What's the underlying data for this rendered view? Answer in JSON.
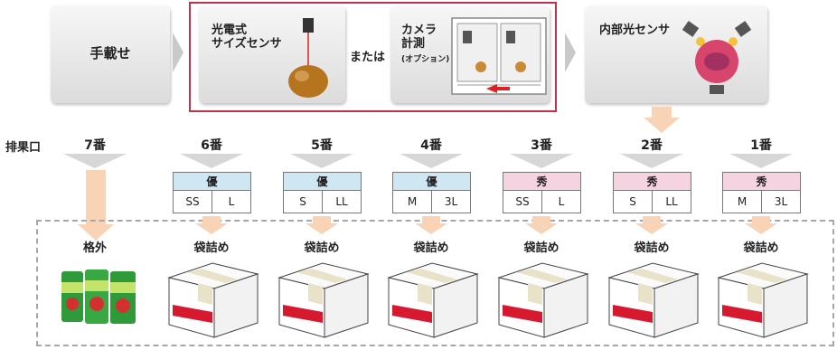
{
  "process": {
    "step1_label": "手載せ",
    "step2a_label_line1": "光電式",
    "step2a_label_line2": "サイズセンサ",
    "or_label": "または",
    "step2b_label_line1": "カメラ",
    "step2b_label_line2": "計測",
    "step2b_option": "(オプション)",
    "step3_label": "内部光センサ"
  },
  "exit_label": "排果口",
  "exits": [
    {
      "number": "7番",
      "output": "格外"
    },
    {
      "number": "6番",
      "grade": "優",
      "sizes": [
        "SS",
        "L"
      ],
      "color": "#cfe6f3",
      "output": "袋詰め"
    },
    {
      "number": "5番",
      "grade": "優",
      "sizes": [
        "S",
        "LL"
      ],
      "color": "#cfe6f3",
      "output": "袋詰め"
    },
    {
      "number": "4番",
      "grade": "優",
      "sizes": [
        "M",
        "3L"
      ],
      "color": "#cfe6f3",
      "output": "袋詰め"
    },
    {
      "number": "3番",
      "grade": "秀",
      "sizes": [
        "SS",
        "L"
      ],
      "color": "#f6d3e0",
      "output": "袋詰め"
    },
    {
      "number": "2番",
      "grade": "秀",
      "sizes": [
        "S",
        "LL"
      ],
      "color": "#f6d3e0",
      "output": "袋詰め"
    },
    {
      "number": "1番",
      "grade": "秀",
      "sizes": [
        "M",
        "3L"
      ],
      "color": "#f6d3e0",
      "output": "袋詰め"
    }
  ],
  "colors": {
    "frame_red": "#c0334d",
    "arrow_peach": "#f9d3b5",
    "box_tape": "#e8e2c8",
    "box_label": "#d7192f"
  }
}
